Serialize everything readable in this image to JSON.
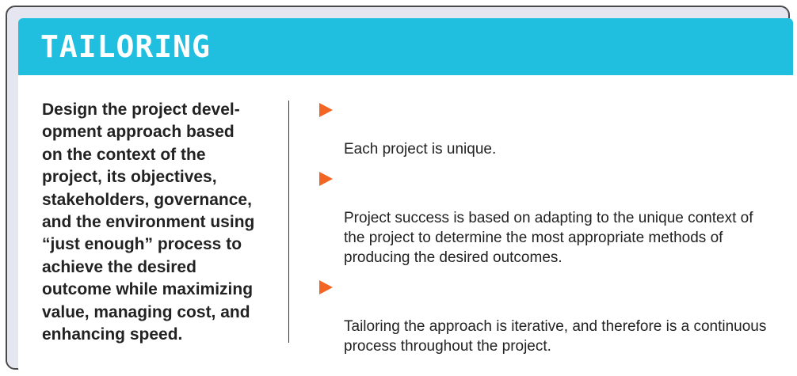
{
  "title": "TAILORING",
  "description": "Design the project devel-\nopment approach based\non the context of the\nproject, its objectives,\nstakeholders, governance,\nand the environment using\n“just enough” process to\nachieve the desired\noutcome while maximizing\nvalue, managing cost, and\nenhancing speed.",
  "bullets": [
    {
      "text": "Each project is unique."
    },
    {
      "text": "Project success is based on adapting to the unique context of\nthe project to determine the most appropriate methods of\nproducing the desired outcomes."
    },
    {
      "text": "Tailoring the approach is iterative, and therefore is a continuous\nprocess throughout the project."
    }
  ],
  "colors": {
    "header_background": "#20bfe0",
    "bullet_arrow": "#f26522",
    "frame_border": "#4a4a4a",
    "frame_fill": "#e6e6f0"
  },
  "icons": {
    "bullet": "orange-triangle-bullet-icon"
  }
}
